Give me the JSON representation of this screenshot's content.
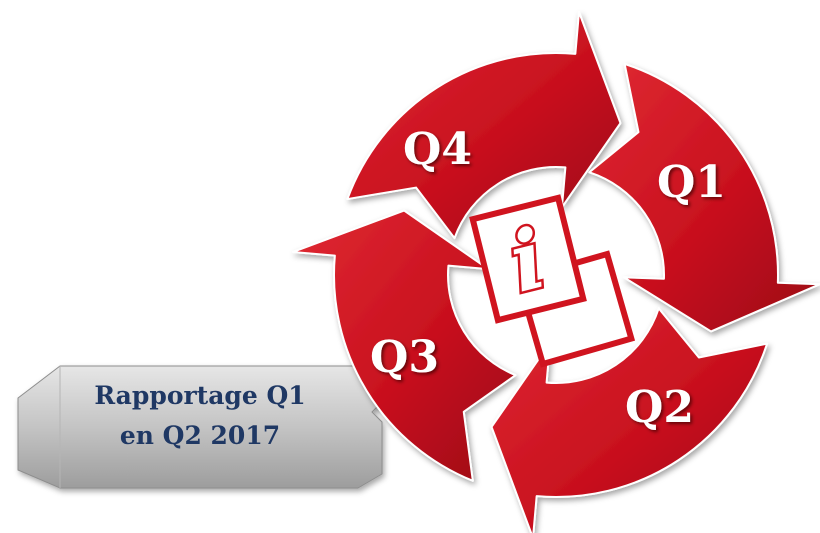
{
  "cycle": {
    "quarters": [
      {
        "id": "q1",
        "label": "Q1"
      },
      {
        "id": "q2",
        "label": "Q2"
      },
      {
        "id": "q3",
        "label": "Q3"
      },
      {
        "id": "q4",
        "label": "Q4"
      }
    ],
    "center_icon_glyph": "i",
    "arrow_color": "#c8101e",
    "arrow_dark": "#8c0a13"
  },
  "plate": {
    "line1": "Rapportage Q1",
    "line2": "en Q2 2017",
    "text_color": "#1f3864"
  }
}
